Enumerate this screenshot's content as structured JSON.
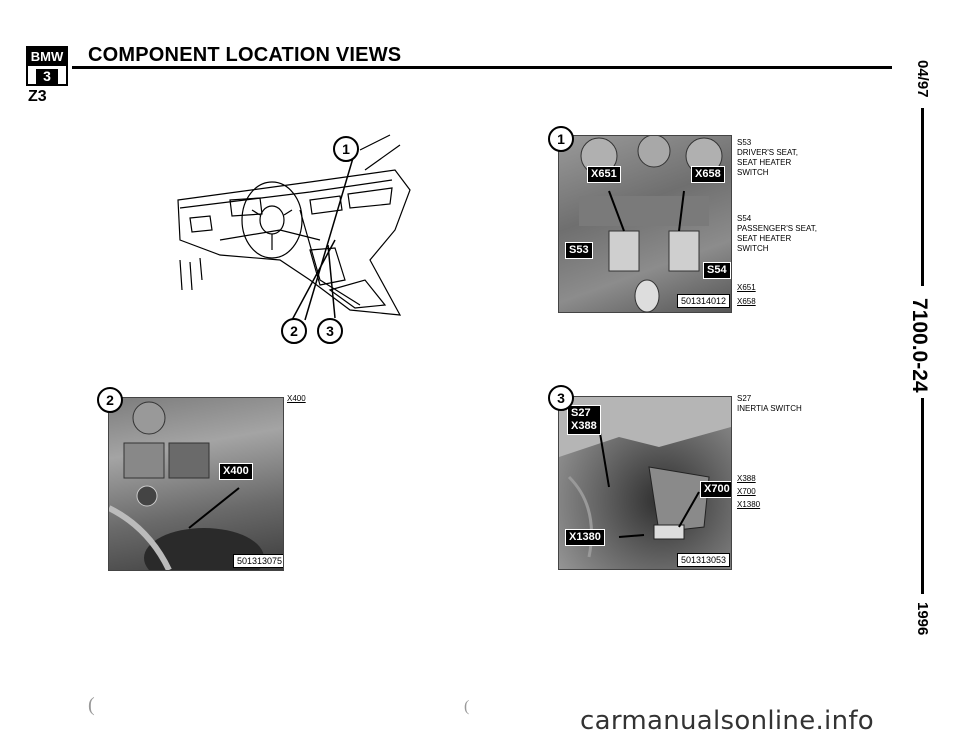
{
  "header": {
    "logo_top": "BMW",
    "logo_bottom": "3",
    "title": "COMPONENT LOCATION VIEWS",
    "model": "Z3"
  },
  "margin": {
    "date": "04/97",
    "doc_number": "7100.0-24",
    "year": "1996"
  },
  "figure1": {
    "callouts": [
      "1",
      "2",
      "3"
    ]
  },
  "photo1": {
    "number": "1",
    "tags": [
      "X651",
      "X658",
      "S53",
      "S54"
    ],
    "part_number": "501314012",
    "labels": [
      {
        "code": "S53",
        "text": "DRIVER'S SEAT, SEAT HEATER SWITCH"
      },
      {
        "code": "S54",
        "text": "PASSENGER'S SEAT, SEAT HEATER SWITCH"
      },
      {
        "code": "X651",
        "text": ""
      },
      {
        "code": "X658",
        "text": ""
      }
    ]
  },
  "photo2": {
    "number": "2",
    "tag": "X400",
    "part_number": "501313075",
    "label": "X400"
  },
  "photo3": {
    "number": "3",
    "tags": [
      "S27\nX388",
      "X700",
      "X1380"
    ],
    "tag_s27": "S27",
    "tag_x388": "X388",
    "part_number": "501313053",
    "labels": [
      {
        "code": "S27",
        "text": "INERTIA SWITCH"
      },
      {
        "code": "X388",
        "text": ""
      },
      {
        "code": "X700",
        "text": ""
      },
      {
        "code": "X1380",
        "text": ""
      }
    ]
  },
  "footer": {
    "watermark": "carmanualsonline.info"
  }
}
